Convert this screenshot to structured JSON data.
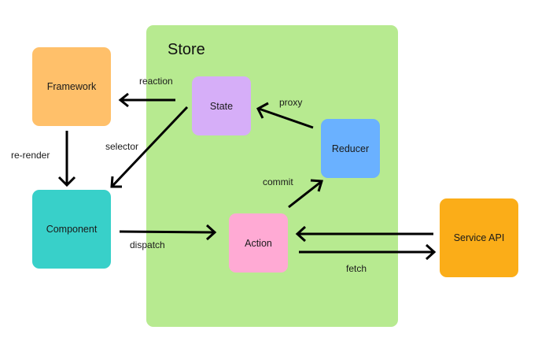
{
  "diagram": {
    "store": {
      "title": "Store",
      "color": "#b7ea90"
    },
    "nodes": {
      "framework": {
        "label": "Framework",
        "color": "#ffc06a"
      },
      "component": {
        "label": "Component",
        "color": "#38d0c9"
      },
      "state": {
        "label": "State",
        "color": "#d6aef8"
      },
      "reducer": {
        "label": "Reducer",
        "color": "#6ab1ff"
      },
      "action": {
        "label": "Action",
        "color": "#ffaad4"
      },
      "service_api": {
        "label": "Service API",
        "color": "#fbad18"
      }
    },
    "edges": [
      {
        "id": "reaction",
        "from": "State",
        "to": "Framework",
        "label": "reaction"
      },
      {
        "id": "selector",
        "from": "State",
        "to": "Component",
        "label": "selector"
      },
      {
        "id": "re-render",
        "from": "Framework",
        "to": "Component",
        "label": "re-render"
      },
      {
        "id": "proxy",
        "from": "Reducer",
        "to": "State",
        "label": "proxy"
      },
      {
        "id": "commit",
        "from": "Action",
        "to": "Reducer",
        "label": "commit"
      },
      {
        "id": "dispatch",
        "from": "Component",
        "to": "Action",
        "label": "dispatch"
      },
      {
        "id": "response",
        "from": "Service API",
        "to": "Action",
        "label": ""
      },
      {
        "id": "fetch",
        "from": "Action",
        "to": "Service API",
        "label": "fetch"
      }
    ]
  }
}
